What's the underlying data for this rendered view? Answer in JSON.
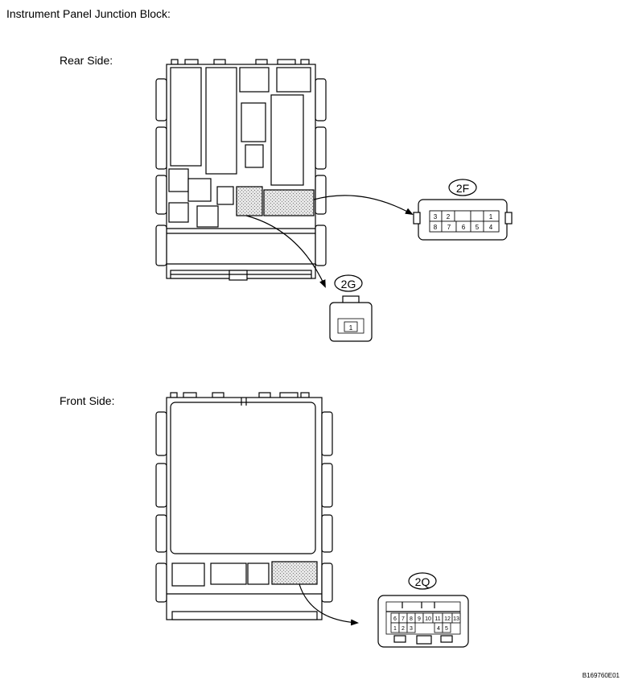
{
  "title": "Instrument Panel Junction Block:",
  "rear_side": {
    "label": "Rear Side:",
    "connector_2F": {
      "id": "2F",
      "pins_top": [
        "3",
        "2",
        "",
        "",
        "1"
      ],
      "pins_bottom": [
        "8",
        "7",
        "6",
        "5",
        "4"
      ]
    },
    "connector_2G": {
      "id": "2G",
      "pins": [
        "1"
      ]
    }
  },
  "front_side": {
    "label": "Front Side:",
    "connector_2Q": {
      "id": "2Q",
      "pins_top": [
        "6",
        "7",
        "8",
        "9",
        "10",
        "11",
        "12",
        "13"
      ],
      "pins_bottom_left": [
        "1",
        "2",
        "3"
      ],
      "pins_bottom_right": [
        "4",
        "5"
      ]
    }
  },
  "reference_code": "B169760E01"
}
